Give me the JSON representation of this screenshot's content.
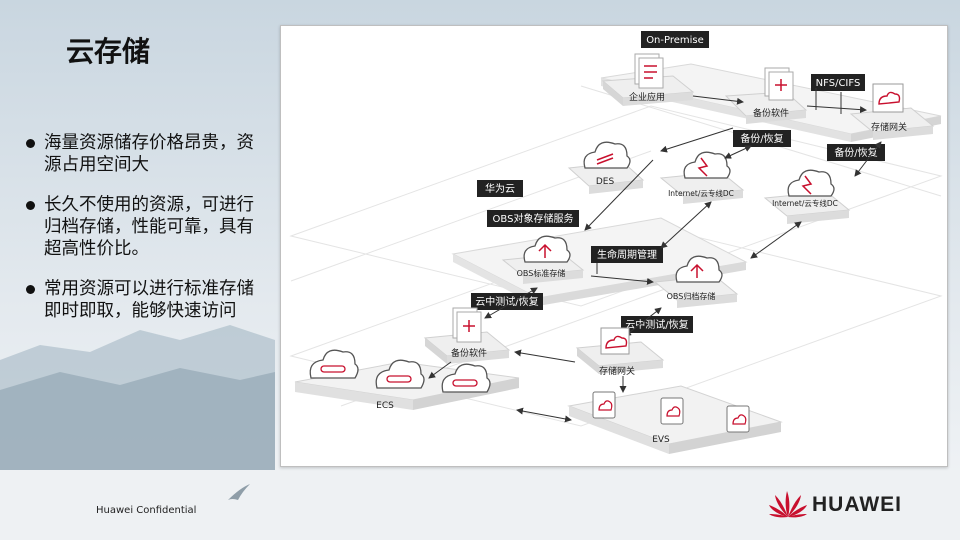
{
  "slide": {
    "title": "云存储",
    "confidential": "Huawei Confidential",
    "brand": "HUAWEI"
  },
  "bullets": [
    {
      "text": "海量资源储存价格昂贵，资源占用空间大"
    },
    {
      "text": "长久不使用的资源，可进行归档存储，性能可靠，具有超高性价比。"
    },
    {
      "text": "常用资源可以进行标准存储即时即取，能够快速访问"
    }
  ],
  "diagram": {
    "on_premise": "On-Premise",
    "enterprise_app": "企业应用",
    "backup_software_top": "备份软件",
    "nfs_cifs": "NFS/CIFS",
    "storage_gateway_top": "存储网关",
    "backup_restore_1": "备份/恢复",
    "backup_restore_2": "备份/恢复",
    "des": "DES",
    "internet_dc_1": "Internet/云专线DC",
    "internet_dc_2": "Internet/云专线DC",
    "huawei_cloud": "华为云",
    "obs_service": "OBS对象存储服务",
    "lifecycle": "生命周期管理",
    "obs_standard": "OBS标准存储",
    "obs_archive": "OBS归档存储",
    "cloud_test_1": "云中测试/恢复",
    "cloud_test_2": "云中测试/恢复",
    "backup_software_bottom": "备份软件",
    "storage_gateway_bottom": "存储网关",
    "ecs": "ECS",
    "evs": "EVS"
  },
  "colors": {
    "accent": "#c8102e",
    "dark_label": "#222222",
    "box_top": "#f1f1f1",
    "box_side": "#cfcfcf"
  }
}
